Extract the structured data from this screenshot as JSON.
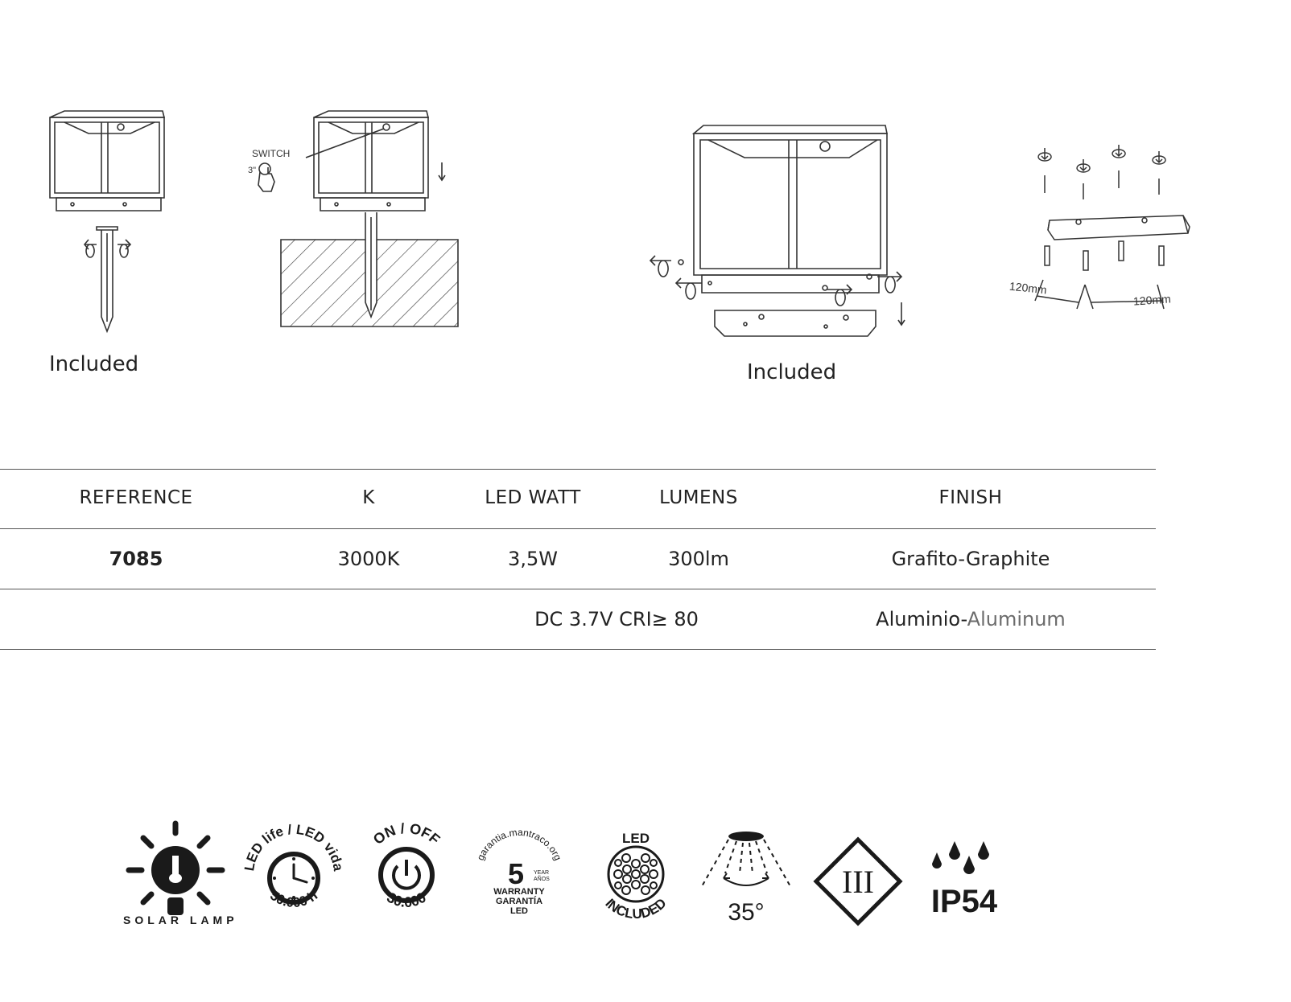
{
  "figures": {
    "switch_label": "SWITCH",
    "switch_time": "3\"",
    "dim_left": "120mm",
    "dim_right": "120mm",
    "caption_left": "Included",
    "caption_right": "Included"
  },
  "spec_table": {
    "headers": [
      "REFERENCE",
      "K",
      "LED WATT",
      "LUMENS",
      "FINISH"
    ],
    "row": [
      "7085",
      "3000K",
      "3,5W",
      "300lm",
      "Grafito-Graphite"
    ],
    "footer_electrical": "DC 3.7V CRI≥ 80",
    "footer_material_es": "Aluminio-",
    "footer_material_en": "Aluminum"
  },
  "badges": {
    "solar": {
      "text": "SOLAR LAMP"
    },
    "led_life": {
      "top": "LED life / LED vida",
      "bottom": "50.000 h"
    },
    "on_off": {
      "top": "ON / OFF",
      "bottom": "30.000"
    },
    "warranty": {
      "arc": "garantia.mantraco.org",
      "years": "5",
      "year_label": "YEAR",
      "year_label_es": "AÑOS",
      "line1": "WARRANTY",
      "line2": "GARANTÍA",
      "line3": "LED"
    },
    "led_included": {
      "top": "LED",
      "bottom": "INCLUDED"
    },
    "beam": {
      "angle": "35°"
    },
    "class": {
      "roman": "III"
    },
    "ip": {
      "rating": "IP54"
    }
  },
  "colors": {
    "line": "#333333",
    "text": "#1a1a1a",
    "muted": "#6b6b6b"
  }
}
